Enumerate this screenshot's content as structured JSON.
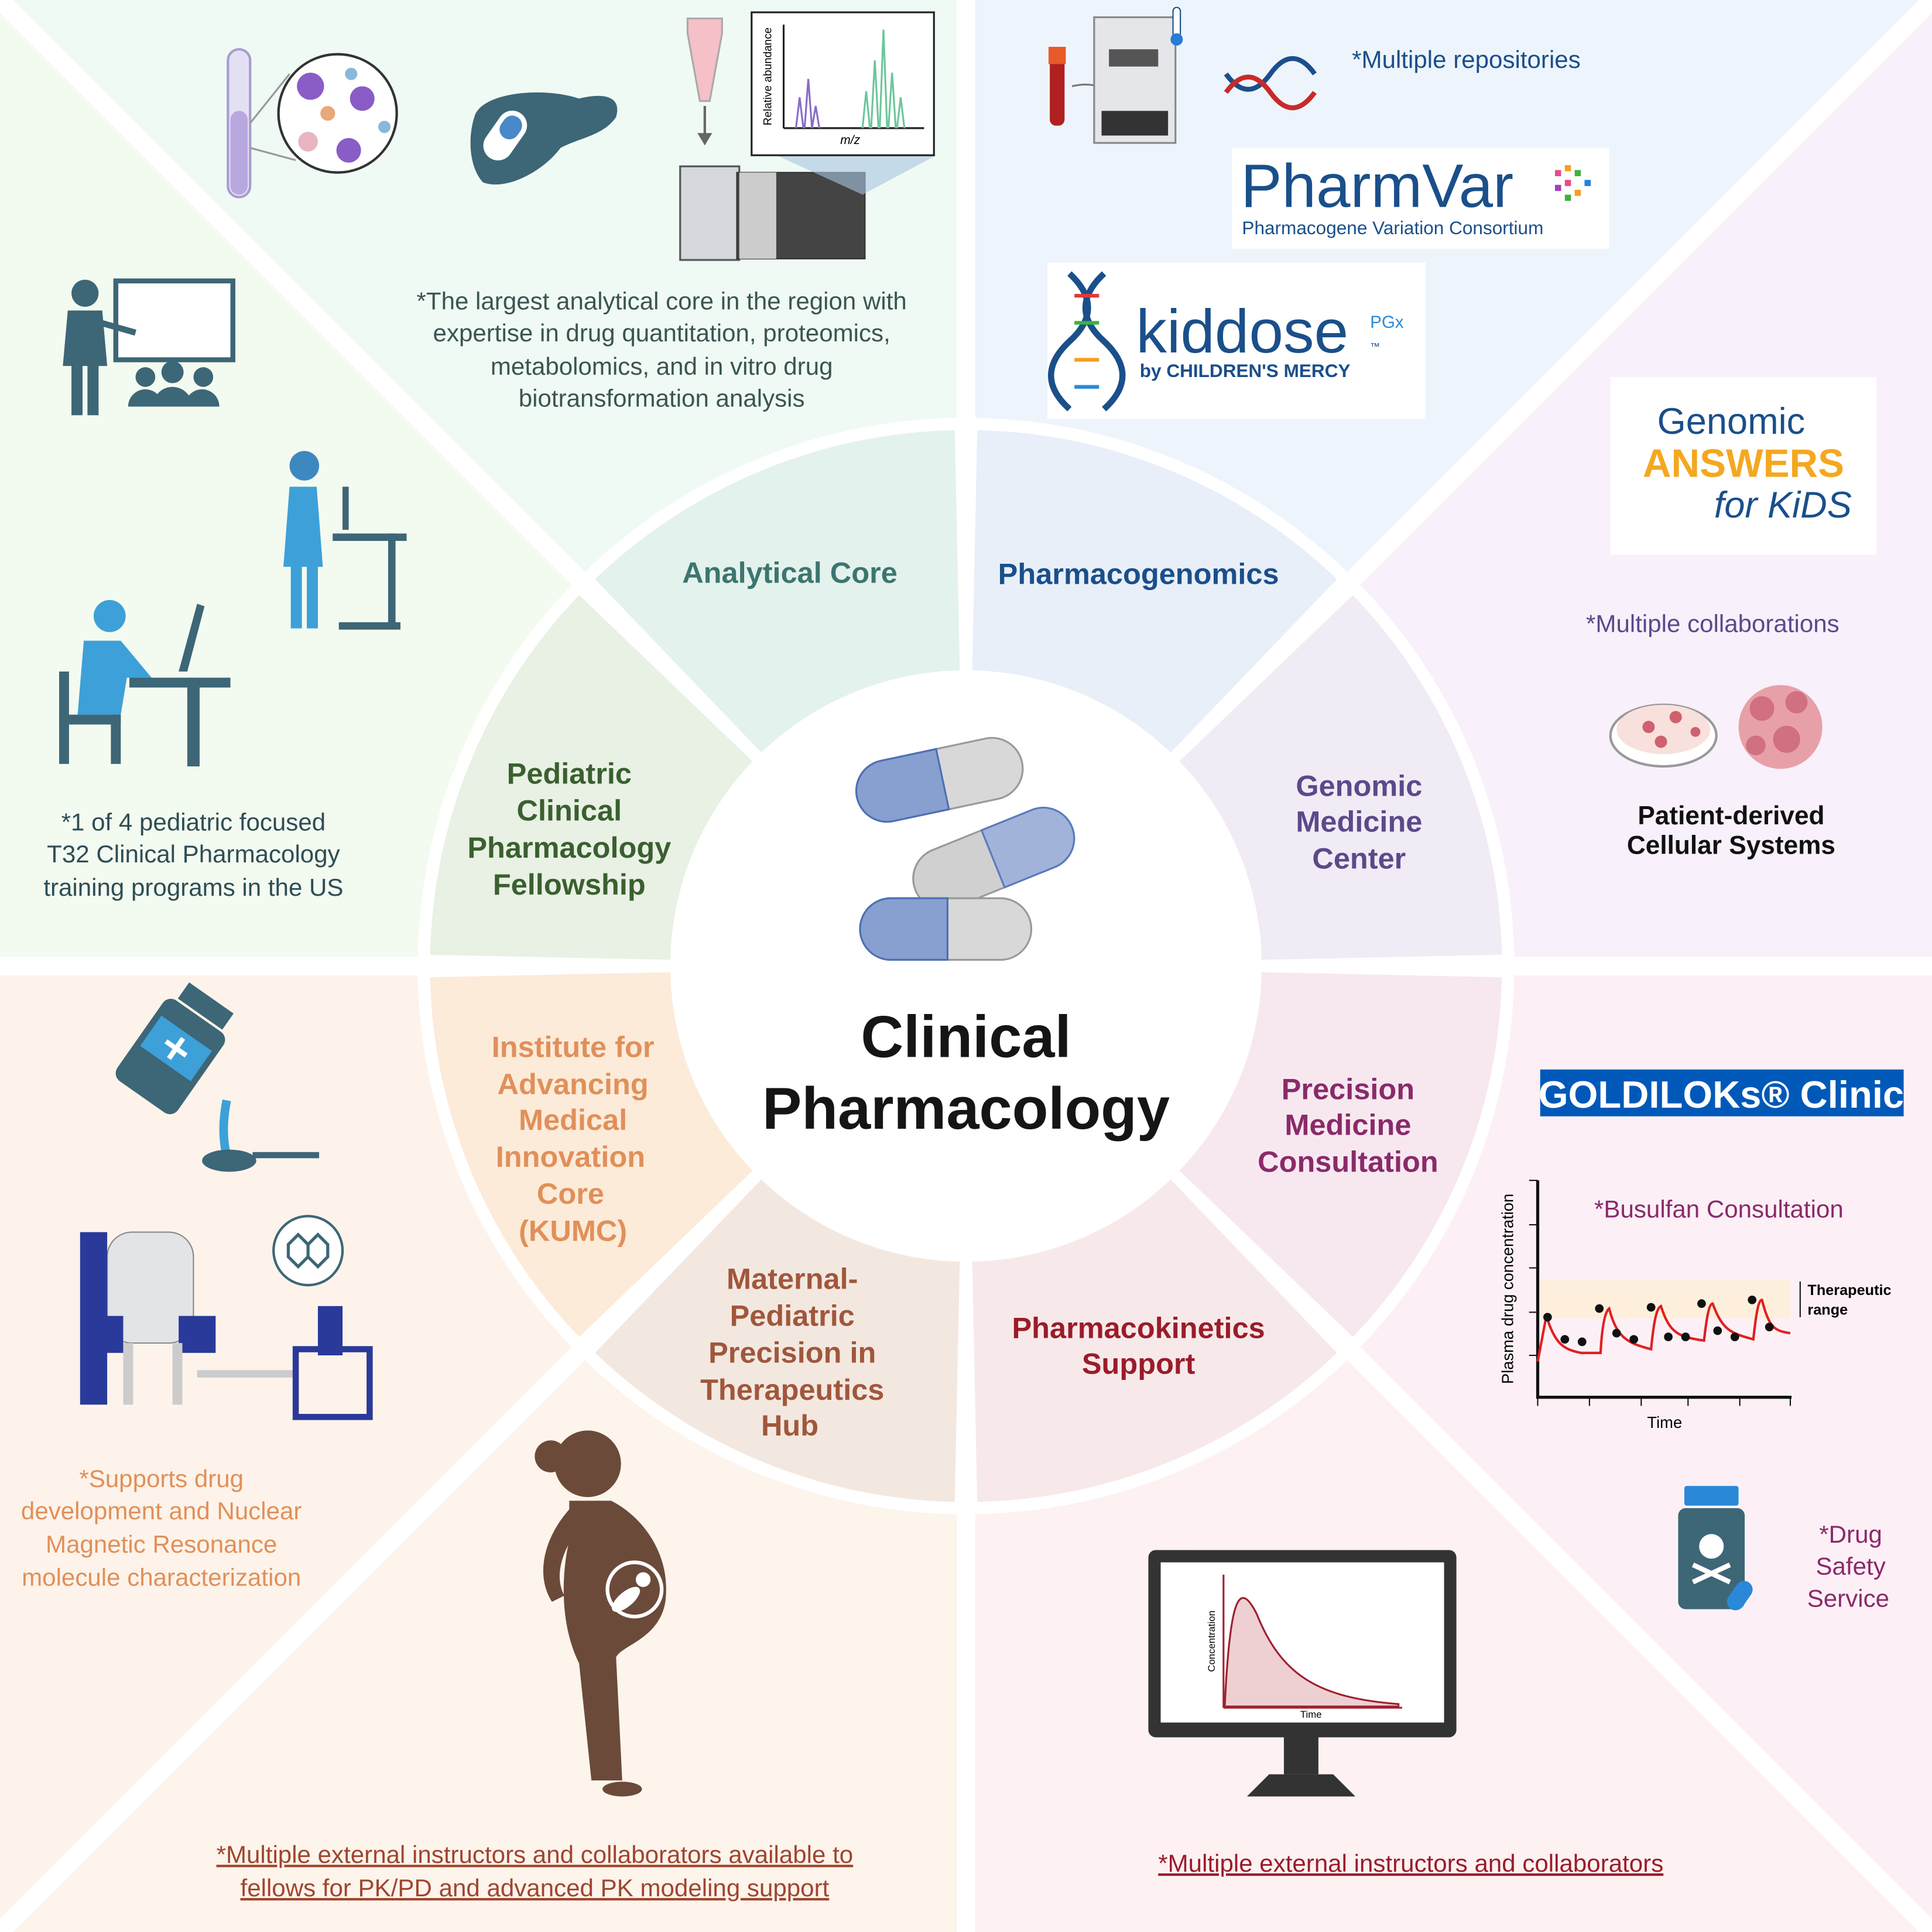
{
  "center": {
    "title_line1": "Clinical",
    "title_line2": "Pharmacology"
  },
  "segments": {
    "analytical_core": {
      "label": "Analytical Core",
      "color": "#3d7570",
      "fill": "#e3f2ec"
    },
    "pharmacogenomics": {
      "label": "Pharmacogenomics",
      "color": "#1a4f8a",
      "fill": "#e8eff8"
    },
    "genomic_medicine": {
      "lines": [
        "Genomic",
        "Medicine",
        "Center"
      ],
      "color": "#5a4a8a",
      "fill": "#f1ebf5"
    },
    "precision_medicine": {
      "lines": [
        "Precision",
        "Medicine",
        "Consultation"
      ],
      "color": "#8a2a6a",
      "fill": "#f7e8f0"
    },
    "pk_support": {
      "lines": [
        "Pharmacokinetics",
        "Support"
      ],
      "color": "#9a1c2a",
      "fill": "#f7e9ea"
    },
    "maternal_pediatric": {
      "lines": [
        "Maternal-",
        "Pediatric",
        "Precision in",
        "Therapeutics",
        "Hub"
      ],
      "color": "#a0573c",
      "fill": "#f3e8e0"
    },
    "institute": {
      "lines": [
        "Institute for",
        "Advancing",
        "Medical",
        "Innovation",
        "Core",
        "(KUMC)"
      ],
      "color": "#e0905a",
      "fill": "#fcebd9"
    },
    "pediatric_fellowship": {
      "lines": [
        "Pediatric",
        "Clinical",
        "Pharmacology",
        "Fellowship"
      ],
      "color": "#3b5f30",
      "fill": "#e8f1e3"
    }
  },
  "notes": {
    "analytical": [
      "*The largest analytical core in the region with",
      "expertise in drug quantitation, proteomics,",
      "metabolomics, and in vitro drug",
      "biotransformation analysis"
    ],
    "t32": [
      "*1 of 4 pediatric focused",
      "T32 Clinical Pharmacology",
      "training programs in the US"
    ],
    "repositories": "*Multiple repositories",
    "collaborations": "*Multiple collaborations",
    "patient_derived": [
      "Patient-derived",
      "Cellular Systems"
    ],
    "nmr": [
      "*Supports drug",
      "development and Nuclear",
      "Magnetic Resonance",
      "molecule characterization"
    ],
    "drug_safety": [
      "*Drug",
      "Safety",
      "Service"
    ],
    "external_left": [
      "*Multiple external instructors and collaborators available to",
      "fellows for PK/PD and advanced PK modeling support"
    ],
    "external_right": "*Multiple external instructors and collaborators"
  },
  "logos": {
    "pharmvar": {
      "name": "PharmVar",
      "subtitle": "Pharmacogene Variation Consortium"
    },
    "kiddose": {
      "name": "kiddose",
      "tag": "PGx",
      "tm": "™",
      "subtitle": "by CHILDREN'S MERCY"
    },
    "genomic_answers": {
      "line1": "Genomic",
      "line2": "ANSWERS",
      "line3": "for KiDS"
    },
    "goldiloks": {
      "name": "GOLDILOKs® Clinic",
      "color": "#0059b8"
    }
  },
  "ms_plot": {
    "ylabel": "Relative abundance",
    "xlabel": "m/z"
  },
  "busulfan_chart": {
    "title": "*Busulfan Consultation",
    "ylabel": "Plasma drug concentration",
    "xlabel": "Time",
    "band_label": [
      "Therapeutic",
      "range"
    ]
  },
  "pk_monitor": {
    "ylabel": "Concentration",
    "xlabel": "Time"
  }
}
